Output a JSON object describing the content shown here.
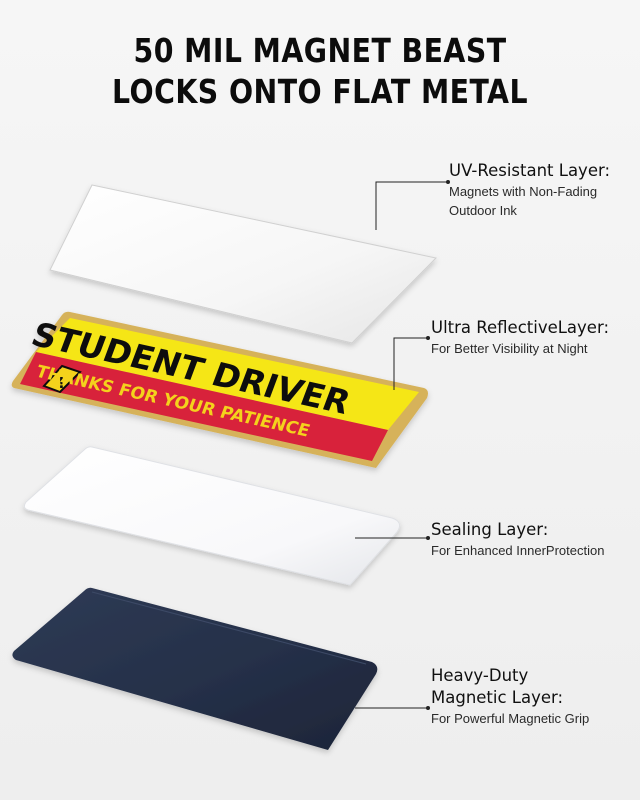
{
  "headline": {
    "line1": "50 MIL MAGNET BEAST",
    "line2": "LOCKS ONTO FLAT METAL"
  },
  "sticker": {
    "main_text": "STUDENT DRIVER",
    "sub_text": "THANKS FOR YOUR PATIENCE",
    "warning_icon": "warning-triangle-icon",
    "colors": {
      "top": "#f5e619",
      "bottom": "#d8203a",
      "border": "#d6b25a",
      "text": "#111111",
      "subtext": "#f4d21f"
    }
  },
  "layers": [
    {
      "id": "uv",
      "title": "UV-Resistant Layer:",
      "desc_lines": [
        "Magnets with Non-Fading",
        "Outdoor Ink"
      ]
    },
    {
      "id": "reflective",
      "title": "Ultra ReflectiveLayer:",
      "desc_lines": [
        "For Better Visibility at Night"
      ]
    },
    {
      "id": "sealing",
      "title": "Sealing Layer:",
      "desc_lines": [
        "For Enhanced InnerProtection"
      ]
    },
    {
      "id": "magnetic",
      "title_lines": [
        "Heavy-Duty",
        "Magnetic Layer:"
      ],
      "desc_lines": [
        "For Powerful Magnetic Grip"
      ]
    }
  ],
  "colors": {
    "magnet": "#27324a",
    "leader": "#222222"
  }
}
